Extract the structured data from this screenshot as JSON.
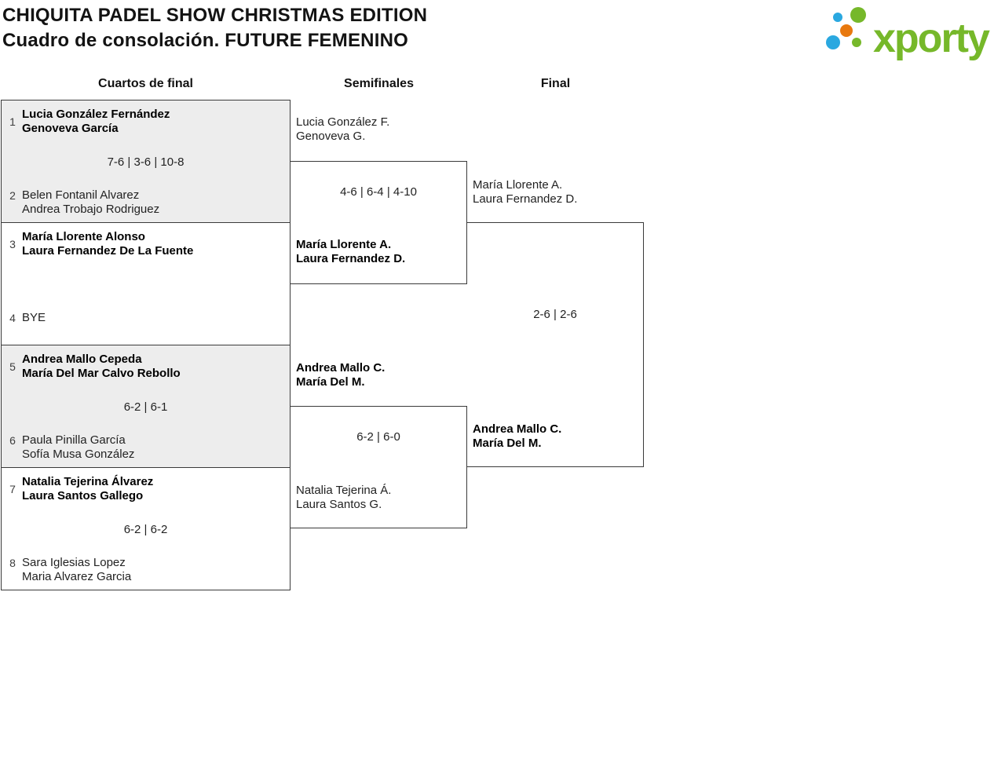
{
  "header": {
    "title": "CHIQUITA PADEL SHOW CHRISTMAS EDITION",
    "subtitle": "Cuadro de consolación. FUTURE FEMENINO",
    "logo": {
      "text": "xporty",
      "green": "#76b82a",
      "blue": "#2aa8e0",
      "orange": "#e8790f"
    }
  },
  "round_headers": [
    "Cuartos de final",
    "Semifinales",
    "Final"
  ],
  "colors": {
    "match_border": "#3a3a3a",
    "shaded_match_bg": "#ededed",
    "text": "#222222"
  },
  "quarterfinals": [
    {
      "seed_top": "1",
      "team_top": [
        "Lucia González Fernández",
        "Genoveva García"
      ],
      "score": "7-6 | 3-6 | 10-8",
      "seed_bottom": "2",
      "team_bottom": [
        "Belen Fontanil Alvarez",
        "Andrea Trobajo Rodriguez"
      ],
      "winner": "top"
    },
    {
      "seed_top": "3",
      "team_top": [
        "María Llorente Alonso",
        "Laura Fernandez De La Fuente"
      ],
      "score": "",
      "seed_bottom": "4",
      "team_bottom": [
        "BYE",
        ""
      ],
      "winner": "top"
    },
    {
      "seed_top": "5",
      "team_top": [
        "Andrea Mallo Cepeda",
        "María Del Mar Calvo Rebollo"
      ],
      "score": "6-2 | 6-1",
      "seed_bottom": "6",
      "team_bottom": [
        "Paula Pinilla García",
        "Sofía Musa González"
      ],
      "winner": "top"
    },
    {
      "seed_top": "7",
      "team_top": [
        "Natalia Tejerina Álvarez",
        "Laura Santos Gallego"
      ],
      "score": "6-2 | 6-2",
      "seed_bottom": "8",
      "team_bottom": [
        "Sara Iglesias Lopez",
        "Maria Alvarez Garcia"
      ],
      "winner": "top"
    }
  ],
  "semifinals": [
    {
      "team_top": [
        "Lucia González F.",
        "Genoveva G."
      ],
      "score": "4-6 | 6-4 | 4-10",
      "team_bottom": [
        "María Llorente A.",
        "Laura Fernandez D."
      ],
      "winner": "bottom"
    },
    {
      "team_top": [
        "Andrea Mallo C.",
        "María Del M."
      ],
      "score": "6-2 | 6-0",
      "team_bottom": [
        "Natalia Tejerina Á.",
        "Laura Santos G."
      ],
      "winner": "top"
    }
  ],
  "final": {
    "team_top": [
      "María Llorente A.",
      "Laura Fernandez D."
    ],
    "score": "2-6 | 2-6",
    "team_bottom": [
      "Andrea Mallo C.",
      "María Del M."
    ],
    "winner": "bottom"
  }
}
